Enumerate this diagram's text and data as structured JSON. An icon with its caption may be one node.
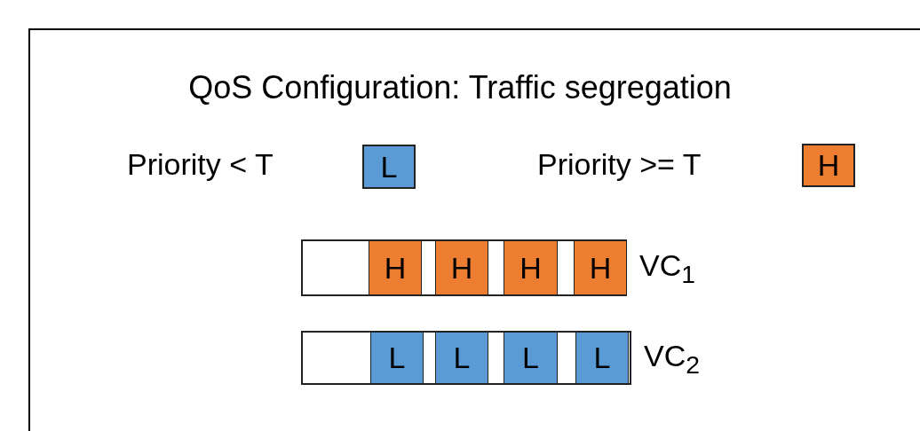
{
  "diagram": {
    "title": "QoS Configuration: Traffic segregation",
    "nodes": [
      {
        "text": [
          "L"
        ]
      },
      {
        "text": [
          "H"
        ]
      },
      {
        "text": [],
        "shape": "box",
        "beside": [
          "VC$_{1}$"
        ]
      },
      {
        "text": [
          "H"
        ],
        "in": 2
      },
      {
        "text": [
          "H"
        ],
        "in": 2
      },
      {
        "text": [
          "H"
        ],
        "in": 2
      },
      {
        "text": [
          "H"
        ],
        "in": 2
      },
      {
        "text": [],
        "shape": "box",
        "beside": [
          "VC$_{2}$"
        ]
      },
      {
        "text": [
          "L"
        ],
        "in": 7
      },
      {
        "text": [
          "L"
        ],
        "in": 7
      },
      {
        "text": [
          "L"
        ],
        "in": 7
      },
      {
        "text": [
          "L"
        ],
        "in": 7
      }
    ],
    "labels": [
      "Priority < T",
      "Priority >= T"
    ]
  }
}
